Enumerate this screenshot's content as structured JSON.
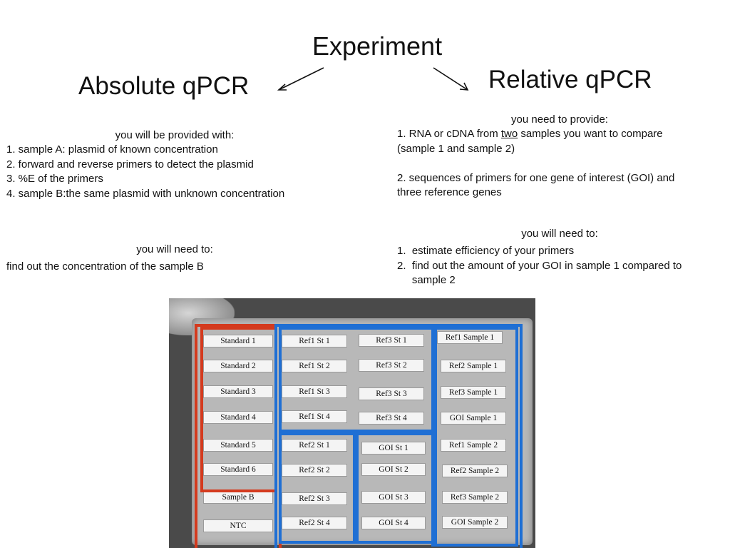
{
  "title": "Experiment",
  "left": {
    "heading": "Absolute qPCR",
    "provided_intro": "you will be provided with:",
    "provided_items": [
      "1. sample A: plasmid of known concentration",
      "2. forward and reverse primers to detect the plasmid",
      "3. %E of the primers",
      "4. sample B:the same plasmid with unknown concentration"
    ],
    "need_intro": "you will need to:",
    "need_text": "find out the concentration of the sample B"
  },
  "right": {
    "heading": "Relative qPCR",
    "provide_intro": "you need to provide:",
    "item1_a": "1. RNA or cDNA from ",
    "item1_u": "two",
    "item1_b": " samples you want to compare",
    "item1_c": "(sample 1 and sample 2)",
    "item2_a": "2. sequences of primers for one gene of interest (GOI) and",
    "item2_b": "three reference genes",
    "need_intro": "you will need to:",
    "need_items": [
      "1.  estimate efficiency of your primers",
      "2.  find out the amount of your GOI in sample 1 compared to",
      "     sample 2"
    ]
  },
  "plate": {
    "col1": [
      "Standard 1",
      "Standard 2",
      "Standard 3",
      "Standard 4",
      "Standard 5",
      "Standard 6",
      "Sample B",
      "NTC"
    ],
    "col2": [
      "Ref1  St 1",
      "Ref1  St 2",
      "Ref1  St 3",
      "Ref1  St 4",
      "Ref2  St 1",
      "Ref2  St 2",
      "Ref2  St 3",
      "Ref2  St 4"
    ],
    "col3": [
      "Ref3  St 1",
      "Ref3  St 2",
      "Ref3  St 3",
      "Ref3  St 4",
      "GOI St 1",
      "GOI St 2",
      "GOI St 3",
      "GOI St 4"
    ],
    "col4": [
      "Ref1  Sample 1",
      "Ref2  Sample 1",
      "Ref3  Sample 1",
      "GOI Sample 1",
      "Ref1  Sample 2",
      "Ref2  Sample 2",
      "Ref3  Sample 2",
      "GOI Sample 2"
    ]
  },
  "colors": {
    "absolute_box": "#d43a1e",
    "relative_box": "#1f6fd4"
  }
}
